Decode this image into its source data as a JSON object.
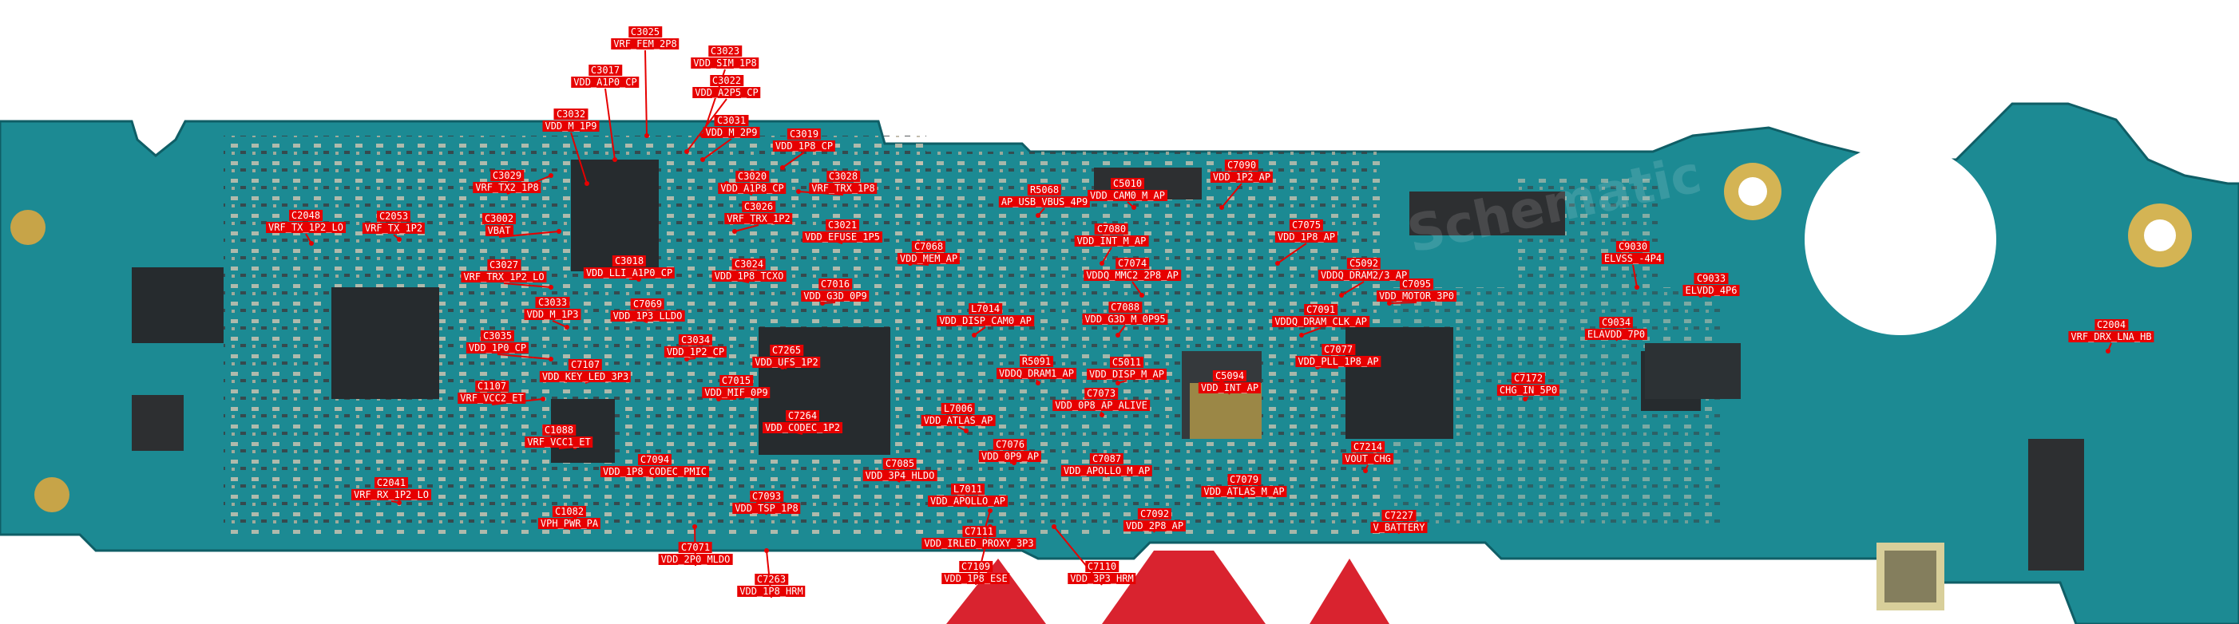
{
  "colors": {
    "pcb": "#1c8a93",
    "pcb_dark": "#0f5e66",
    "label_bg": "#e60000",
    "label_text": "#ffffff",
    "gold": "#d4b454",
    "chip": "#262b2e",
    "stripe": "#d9232f"
  },
  "watermark": "Schematic",
  "labels": [
    {
      "n": "C3025",
      "s": "VRF_FEM_2P8"
    },
    {
      "n": "C3023",
      "s": "VDD_SIM_1P8"
    },
    {
      "n": "C3017",
      "s": "VDD_A1P0_CP"
    },
    {
      "n": "C3022",
      "s": "VDD_A2P5_CP"
    },
    {
      "n": "C3032",
      "s": "VDD_M_1P9"
    },
    {
      "n": "C3031",
      "s": "VDD_M_2P9"
    },
    {
      "n": "C3019",
      "s": "VDD_1P8_CP"
    },
    {
      "n": "C3029",
      "s": "VRF_TX2_1P8"
    },
    {
      "n": "C3020",
      "s": "VDD_A1P8_CP"
    },
    {
      "n": "C3028",
      "s": "VRF_TRX_1P8"
    },
    {
      "n": "R5068",
      "s": "AP_USB_VBUS_4P9"
    },
    {
      "n": "C5010",
      "s": "VDD_CAM0_M_AP"
    },
    {
      "n": "C7090",
      "s": "VDD_1P2_AP"
    },
    {
      "n": "C2048",
      "s": "VRF_TX_1P2_LO"
    },
    {
      "n": "C2053",
      "s": "VRF_TX_1P2"
    },
    {
      "n": "C3026",
      "s": "VRF_TRX_1P2"
    },
    {
      "n": "C3002",
      "s": "VBAT"
    },
    {
      "n": "C3021",
      "s": "VDD_EFUSE_1P5"
    },
    {
      "n": "C7080",
      "s": "VDD_INT_M_AP"
    },
    {
      "n": "C7075",
      "s": "VDD_1P8_AP"
    },
    {
      "n": "C9030",
      "s": "ELVSS_-4P4"
    },
    {
      "n": "C7068",
      "s": "VDD_MEM_AP"
    },
    {
      "n": "C3018",
      "s": "VDD_LLI_A1P0_CP"
    },
    {
      "n": "C3024",
      "s": "VDD_1P8_TCXO"
    },
    {
      "n": "C7074",
      "s": "VDDQ_MMC2_2P8_AP"
    },
    {
      "n": "C5092",
      "s": "VDDQ_DRAM2/3_AP"
    },
    {
      "n": "C3027",
      "s": "VRF_TRX_1P2_LO"
    },
    {
      "n": "C7016",
      "s": "VDD_G3D_0P9"
    },
    {
      "n": "C9033",
      "s": "ELVDD_4P6"
    },
    {
      "n": "C7095",
      "s": "VDD_MOTOR_3P0"
    },
    {
      "n": "C3033",
      "s": "VDD_M_1P3"
    },
    {
      "n": "C7069",
      "s": "VDD_1P3_LLDO"
    },
    {
      "n": "L7014",
      "s": "VDD_DISP_CAM0_AP"
    },
    {
      "n": "C7088",
      "s": "VDD_G3D_M_0P95"
    },
    {
      "n": "C7091",
      "s": "VDDQ_DRAM_CLK_AP"
    },
    {
      "n": "C9034",
      "s": "ELAVDD_7P0"
    },
    {
      "n": "C2004",
      "s": "VRF_DRX_LNA_HB"
    },
    {
      "n": "C3035",
      "s": "VDD_1P0_CP"
    },
    {
      "n": "C3034",
      "s": "VDD_1P2_CP"
    },
    {
      "n": "C7265",
      "s": "VDD_UFS_1P2"
    },
    {
      "n": "C7077",
      "s": "VDD_PLL_1P8_AP"
    },
    {
      "n": "C7107",
      "s": "VDD_KEY_LED_3P3"
    },
    {
      "n": "R5091",
      "s": "VDDQ_DRAM1_AP"
    },
    {
      "n": "C5011",
      "s": "VDD_DISP_M_AP"
    },
    {
      "n": "C5094",
      "s": "VDD_INT_AP"
    },
    {
      "n": "C7172",
      "s": "CHG_IN_5P0"
    },
    {
      "n": "C7015",
      "s": "VDD_MIF_0P9"
    },
    {
      "n": "C1107",
      "s": "VRF_VCC2_ET"
    },
    {
      "n": "C7073",
      "s": "VDD_0P8_AP_ALIVE"
    },
    {
      "n": "L7006",
      "s": "VDD_ATLAS_AP"
    },
    {
      "n": "C7264",
      "s": "VDD_CODEC_1P2"
    },
    {
      "n": "C1088",
      "s": "VRF_VCC1_ET"
    },
    {
      "n": "C7094",
      "s": "VDD_1P8_CODEC_PMIC"
    },
    {
      "n": "C7076",
      "s": "VDD_0P9_AP"
    },
    {
      "n": "C7087",
      "s": "VDD_APOLLO_M_AP"
    },
    {
      "n": "C7085",
      "s": "VDD_3P4_HLDO"
    },
    {
      "n": "C7214",
      "s": "VOUT_CHG"
    },
    {
      "n": "C7079",
      "s": "VDD_ATLAS_M_AP"
    },
    {
      "n": "C2041",
      "s": "VRF_RX_1P2_LO"
    },
    {
      "n": "L7011",
      "s": "VDD_APOLLO_AP"
    },
    {
      "n": "C7093",
      "s": "VDD_TSP_1P8"
    },
    {
      "n": "C1082",
      "s": "VPH_PWR_PA"
    },
    {
      "n": "C7092",
      "s": "VDD_2P8_AP"
    },
    {
      "n": "C7227",
      "s": "V_BATTERY"
    },
    {
      "n": "C7111",
      "s": "VDD_IRLED_PROXY_3P3"
    },
    {
      "n": "C7071",
      "s": "VDD_2P0_MLDO"
    },
    {
      "n": "C7109",
      "s": "VDD_1P8_ESE"
    },
    {
      "n": "C7110",
      "s": "VDD_3P3_HRM"
    },
    {
      "n": "C7263",
      "s": "VDD_1P8_HRM"
    }
  ]
}
